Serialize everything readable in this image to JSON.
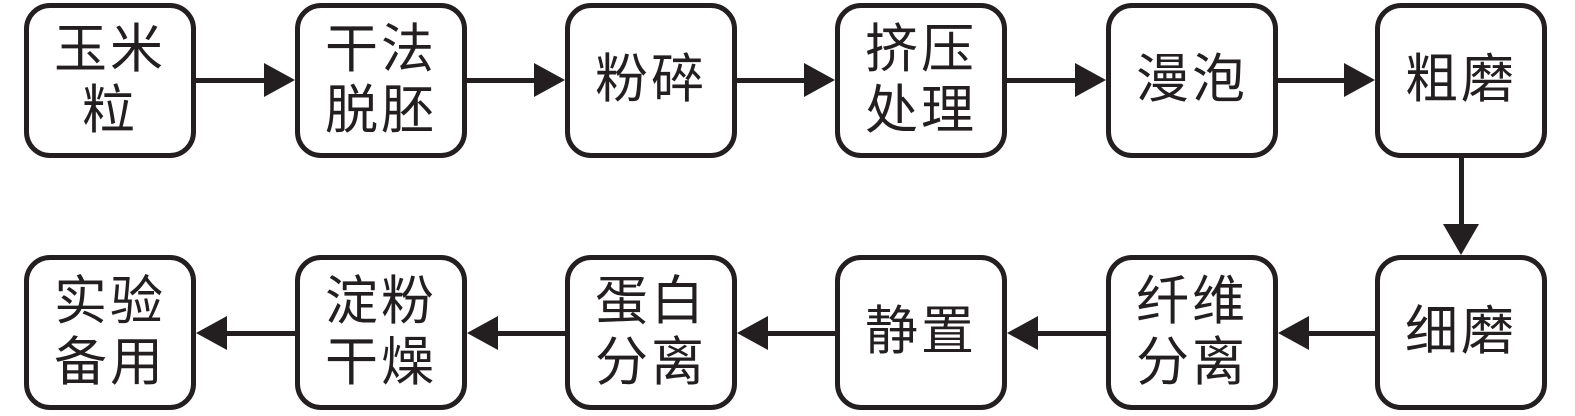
{
  "colors": {
    "stroke": "#231f20",
    "background": "#ffffff"
  },
  "nodes": [
    {
      "id": "corn-kernels",
      "lines": [
        "玉米",
        "粒"
      ]
    },
    {
      "id": "dry-degermination",
      "lines": [
        "干法",
        "脱胚"
      ]
    },
    {
      "id": "crushing",
      "lines": [
        "粉碎"
      ]
    },
    {
      "id": "extrusion-treatment",
      "lines": [
        "挤压",
        "处理"
      ]
    },
    {
      "id": "soaking",
      "lines": [
        "漫泡"
      ]
    },
    {
      "id": "coarse-grinding",
      "lines": [
        "粗磨"
      ]
    },
    {
      "id": "fine-grinding",
      "lines": [
        "细磨"
      ]
    },
    {
      "id": "fiber-separation",
      "lines": [
        "纤维",
        "分离"
      ]
    },
    {
      "id": "settling",
      "lines": [
        "静置"
      ]
    },
    {
      "id": "protein-separation",
      "lines": [
        "蛋白",
        "分离"
      ]
    },
    {
      "id": "starch-drying",
      "lines": [
        "淀粉",
        "干燥"
      ]
    },
    {
      "id": "reserved-for-experiment",
      "lines": [
        "实验",
        "备用"
      ]
    }
  ],
  "edges": [
    {
      "from": "corn-kernels",
      "to": "dry-degermination",
      "direction": "right"
    },
    {
      "from": "dry-degermination",
      "to": "crushing",
      "direction": "right"
    },
    {
      "from": "crushing",
      "to": "extrusion-treatment",
      "direction": "right"
    },
    {
      "from": "extrusion-treatment",
      "to": "soaking",
      "direction": "right"
    },
    {
      "from": "soaking",
      "to": "coarse-grinding",
      "direction": "right"
    },
    {
      "from": "coarse-grinding",
      "to": "fine-grinding",
      "direction": "down"
    },
    {
      "from": "fine-grinding",
      "to": "fiber-separation",
      "direction": "left"
    },
    {
      "from": "fiber-separation",
      "to": "settling",
      "direction": "left"
    },
    {
      "from": "settling",
      "to": "protein-separation",
      "direction": "left"
    },
    {
      "from": "protein-separation",
      "to": "starch-drying",
      "direction": "left"
    },
    {
      "from": "starch-drying",
      "to": "reserved-for-experiment",
      "direction": "left"
    }
  ]
}
